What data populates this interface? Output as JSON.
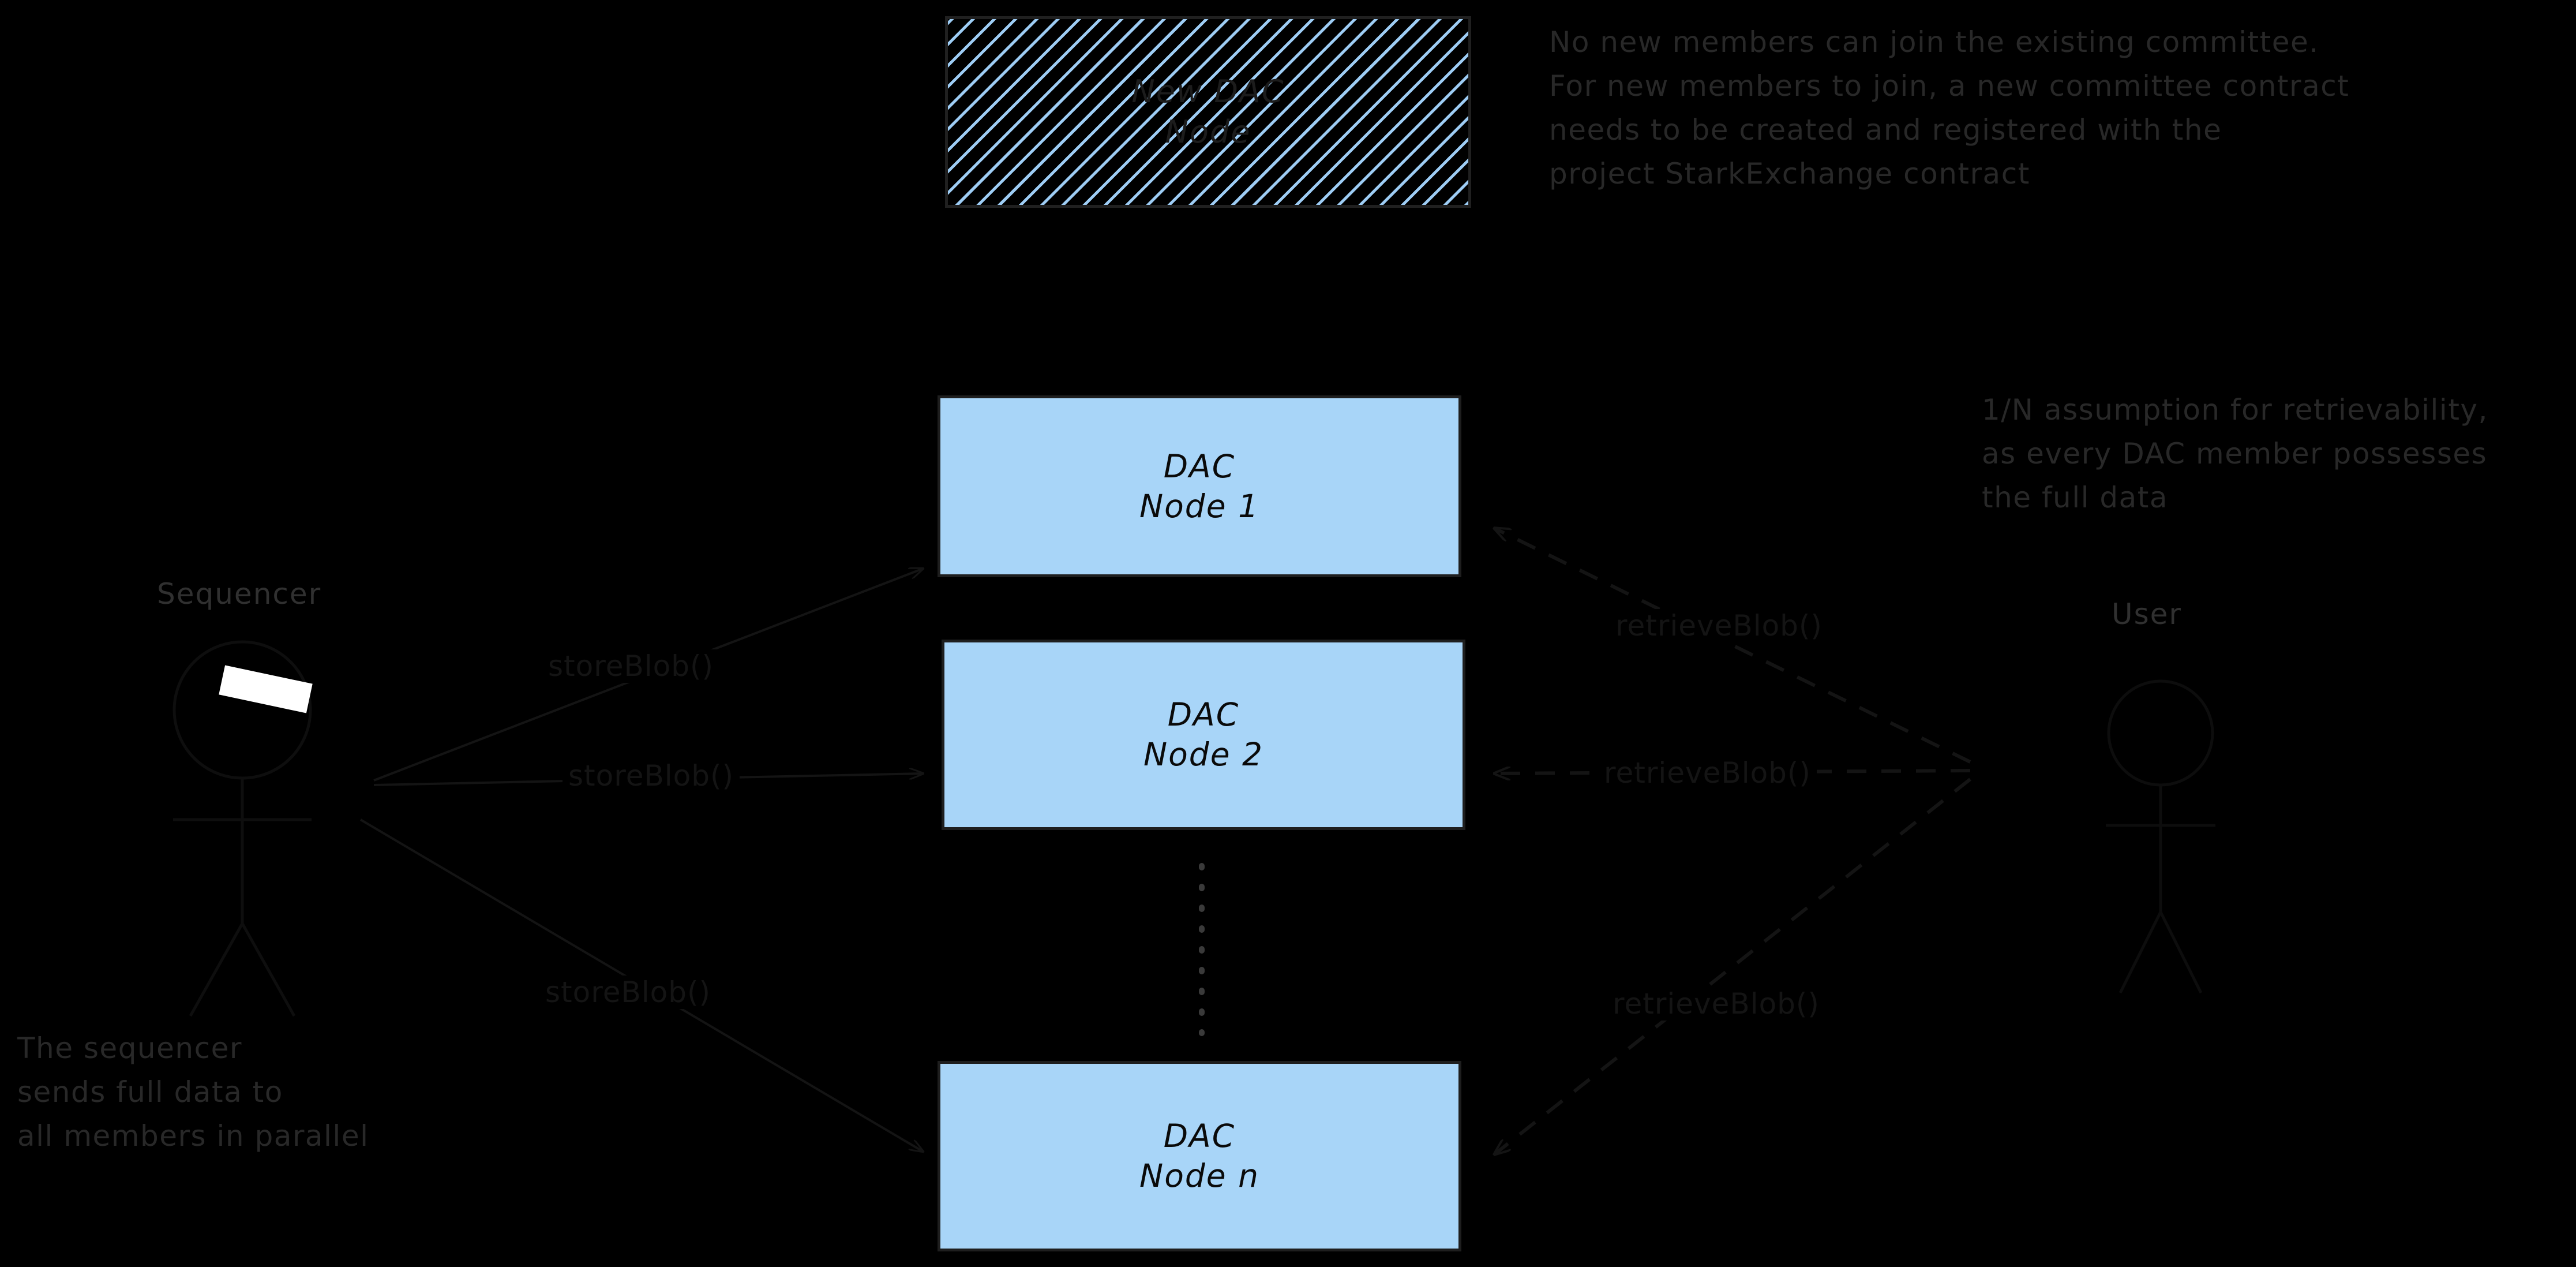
{
  "canvas": {
    "background": "#000000",
    "accent_blue": "#a8d5f8",
    "annotation_color": "#282828",
    "box_border": "#1e1e1e"
  },
  "hatched_node": {
    "line1": "New DAC",
    "line2": "Node"
  },
  "annotations": [
    {
      "id": "new-members-note",
      "text": "No new members can join the existing committee.\nFor new members to join, a new committee contract\nneeds to be created and registered with the\nproject StarkExchange contract"
    },
    {
      "id": "retrievability-note",
      "text": "1/N assumption for retrievability,\nas every DAC member possesses\nthe full data"
    },
    {
      "id": "sequencer-note",
      "text": "The sequencer\nsends full data to\nall members in parallel"
    }
  ],
  "actors": [
    {
      "id": "sequencer",
      "label": "Sequencer"
    },
    {
      "id": "user",
      "label": "User"
    }
  ],
  "nodes": [
    {
      "id": "dac-node-1",
      "line1": "DAC",
      "line2": "Node 1"
    },
    {
      "id": "dac-node-2",
      "line1": "DAC",
      "line2": "Node 2"
    },
    {
      "id": "dac-node-n",
      "line1": "DAC",
      "line2": "Node n"
    }
  ],
  "edges": {
    "store": [
      {
        "id": "store-1",
        "label": "storeBlob()",
        "from": "sequencer",
        "to": "dac-node-1",
        "style": "solid"
      },
      {
        "id": "store-2",
        "label": "storeBlob()",
        "from": "sequencer",
        "to": "dac-node-2",
        "style": "solid"
      },
      {
        "id": "store-n",
        "label": "storeBlob()",
        "from": "sequencer",
        "to": "dac-node-n",
        "style": "solid"
      }
    ],
    "retrieve": [
      {
        "id": "retrieve-1",
        "label": "retrieveBlob()",
        "from": "user",
        "to": "dac-node-1",
        "style": "dashed"
      },
      {
        "id": "retrieve-2",
        "label": "retrieveBlob()",
        "from": "user",
        "to": "dac-node-2",
        "style": "dashed"
      },
      {
        "id": "retrieve-n",
        "label": "retrieveBlob()",
        "from": "user",
        "to": "dac-node-n",
        "style": "dashed"
      }
    ]
  },
  "ellipsis": {
    "id": "vertical-ellipsis",
    "meaning": "more nodes between Node 2 and Node n"
  }
}
